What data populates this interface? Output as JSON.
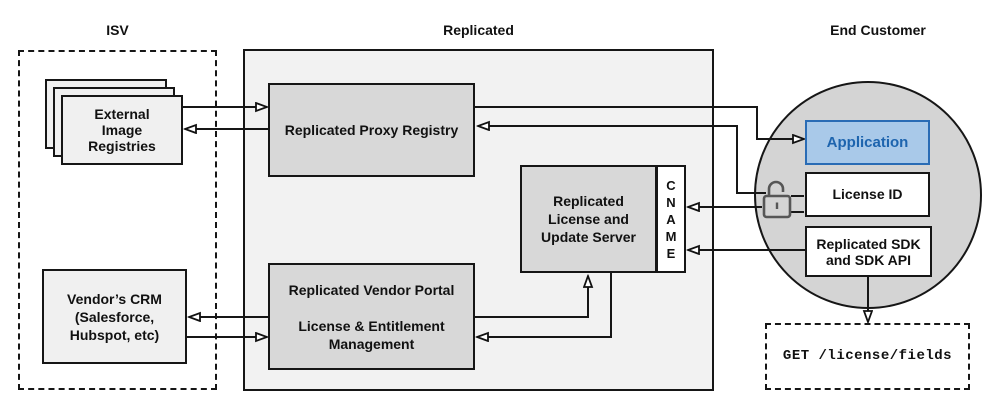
{
  "headers": {
    "isv": "ISV",
    "replicated": "Replicated",
    "end_customer": "End Customer"
  },
  "isv": {
    "external_registries": "External\nImage\nRegistries",
    "vendor_crm": "Vendor’s CRM\n(Salesforce,\nHubspot, etc)"
  },
  "replicated": {
    "proxy_registry": "Replicated Proxy Registry",
    "license_update_server": "Replicated\nLicense and\nUpdate Server",
    "cname": "CNAME",
    "vendor_portal": "Replicated Vendor Portal\n\nLicense & Entitlement\nManagement"
  },
  "end_customer": {
    "application": "Application",
    "license_id": "License ID",
    "sdk": "Replicated SDK\nand SDK API",
    "api_request": "GET /license/fields"
  },
  "colors": {
    "application_fill": "#a9c9e9",
    "application_border": "#2a6cb5",
    "application_text": "#1d64ae",
    "replicated_container_fill": "#f2f2f2",
    "gray_node_fill": "#d8d8d8",
    "circle_fill": "#d4d4d4",
    "isv_node_fill": "#f0f0f0",
    "line_color": "#161616"
  }
}
